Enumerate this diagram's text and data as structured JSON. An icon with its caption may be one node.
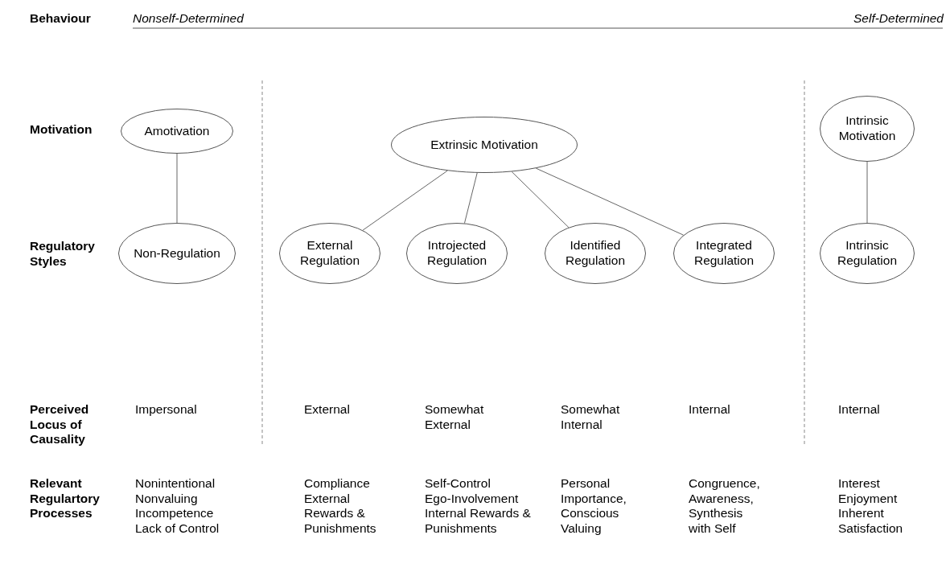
{
  "diagram": {
    "nodes": [
      {
        "text": [
          "Amotivation"
        ]
      },
      {
        "text": [
          "Extrinsic Motivation"
        ]
      },
      {
        "text": [
          "Intrinsic Motivation"
        ]
      },
      {
        "text": [
          "Non-Regulation"
        ]
      },
      {
        "text": [
          "External Regulation"
        ]
      },
      {
        "text": [
          "Introjected Regulation"
        ]
      },
      {
        "text": [
          "Identified Regulation"
        ]
      },
      {
        "text": [
          "Integrated Regulation"
        ]
      },
      {
        "text": [
          "Intrinsic Regulation"
        ]
      }
    ],
    "edges": [
      {
        "from": 0,
        "to": 3,
        "arrow": "none"
      },
      {
        "from": 1,
        "to": 4,
        "arrow": "none"
      },
      {
        "from": 1,
        "to": 5,
        "arrow": "none"
      },
      {
        "from": 1,
        "to": 6,
        "arrow": "none"
      },
      {
        "from": 1,
        "to": 7,
        "arrow": "none"
      },
      {
        "from": 2,
        "to": 8,
        "arrow": "none"
      }
    ],
    "labels": [
      "Behaviour",
      "Nonself-Determined",
      "Self-Determined",
      "Motivation",
      "Regulatory Styles",
      "Perceived Locus of Causality",
      "Impersonal",
      "External",
      "Somewhat External",
      "Somewhat Internal",
      "Internal",
      "Internal",
      "Relevant Regulartory Processes",
      "Nonintentional Nonvaluing Incompetence Lack of Control",
      "Compliance External Rewards & Punishments",
      "Self-Control Ego-Involvement Internal Rewards & Punishments",
      "Personal Importance, Conscious Valuing",
      "Congruence, Awareness, Synthesis with Self",
      "Interest Enjoyment Inherent Satisfaction"
    ]
  }
}
